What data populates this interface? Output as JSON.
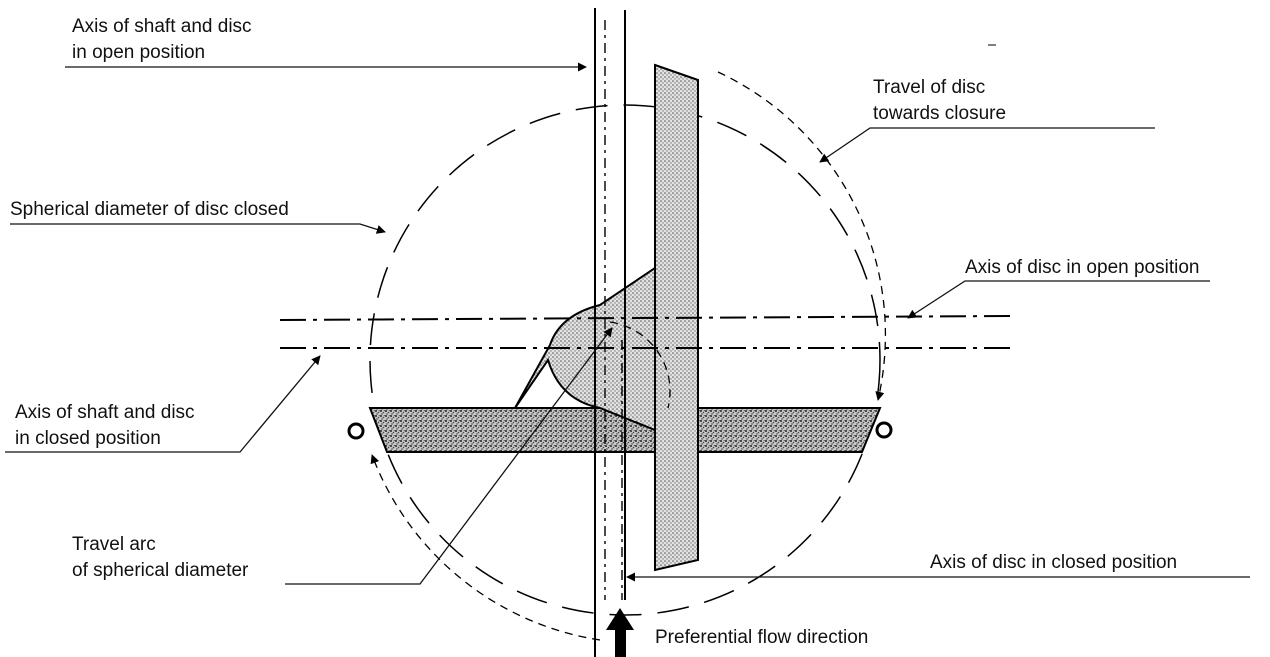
{
  "diagram": {
    "labels": {
      "axis_shaft_disc_open_line1": "Axis of shaft and disc",
      "axis_shaft_disc_open_line2": "in open position",
      "travel_towards_closure_line1": "Travel of disc",
      "travel_towards_closure_line2": "towards closure",
      "spherical_diameter_closed": "Spherical diameter of disc closed",
      "axis_disc_open": "Axis of disc in open position",
      "axis_shaft_disc_closed_line1": "Axis of shaft and disc",
      "axis_shaft_disc_closed_line2": "in closed position",
      "travel_arc_line1": "Travel arc",
      "travel_arc_line2": "of spherical diameter",
      "axis_disc_closed": "Axis of disc in closed position",
      "preferential_flow": "Preferential flow direction"
    },
    "colors": {
      "ink": "#000000",
      "hatch_fill": "#d6d6d6",
      "stipple_fill": "#b4b4b4"
    }
  }
}
